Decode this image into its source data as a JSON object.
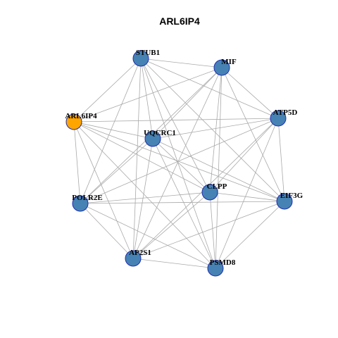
{
  "graph": {
    "title": "ARL6IP4",
    "colors": {
      "background": "#ffffff",
      "edge": "#a9a9a9",
      "node_fill": "#4682b4",
      "query_node_fill": "#ffa500",
      "node_border": "#1f2fb0"
    },
    "nodes": [
      {
        "id": "STUB1",
        "label": "STUB1",
        "query": false
      },
      {
        "id": "MIF",
        "label": "MIF",
        "query": false
      },
      {
        "id": "ARL6IP4",
        "label": "ARL6IP4",
        "query": true
      },
      {
        "id": "ATP5D",
        "label": "ATP5D",
        "query": false
      },
      {
        "id": "UQCRC1",
        "label": "UQCRC1",
        "query": false
      },
      {
        "id": "CLPP",
        "label": "CLPP",
        "query": false
      },
      {
        "id": "POLR2E",
        "label": "POLR2E",
        "query": false
      },
      {
        "id": "EIF3G",
        "label": "EIF3G",
        "query": false
      },
      {
        "id": "AP2S1",
        "label": "AP2S1",
        "query": false
      },
      {
        "id": "PSMD8",
        "label": "PSMD8",
        "query": false
      }
    ],
    "edges": [
      [
        "STUB1",
        "MIF"
      ],
      [
        "STUB1",
        "ATP5D"
      ],
      [
        "STUB1",
        "UQCRC1"
      ],
      [
        "STUB1",
        "CLPP"
      ],
      [
        "STUB1",
        "EIF3G"
      ],
      [
        "STUB1",
        "PSMD8"
      ],
      [
        "STUB1",
        "AP2S1"
      ],
      [
        "STUB1",
        "POLR2E"
      ],
      [
        "STUB1",
        "ARL6IP4"
      ],
      [
        "MIF",
        "ARL6IP4"
      ],
      [
        "MIF",
        "ATP5D"
      ],
      [
        "MIF",
        "UQCRC1"
      ],
      [
        "MIF",
        "CLPP"
      ],
      [
        "MIF",
        "EIF3G"
      ],
      [
        "MIF",
        "PSMD8"
      ],
      [
        "MIF",
        "AP2S1"
      ],
      [
        "MIF",
        "POLR2E"
      ],
      [
        "ARL6IP4",
        "ATP5D"
      ],
      [
        "ARL6IP4",
        "UQCRC1"
      ],
      [
        "ARL6IP4",
        "CLPP"
      ],
      [
        "ARL6IP4",
        "EIF3G"
      ],
      [
        "ARL6IP4",
        "PSMD8"
      ],
      [
        "ARL6IP4",
        "AP2S1"
      ],
      [
        "ARL6IP4",
        "POLR2E"
      ],
      [
        "ATP5D",
        "UQCRC1"
      ],
      [
        "ATP5D",
        "CLPP"
      ],
      [
        "ATP5D",
        "EIF3G"
      ],
      [
        "ATP5D",
        "PSMD8"
      ],
      [
        "ATP5D",
        "AP2S1"
      ],
      [
        "ATP5D",
        "POLR2E"
      ],
      [
        "UQCRC1",
        "CLPP"
      ],
      [
        "UQCRC1",
        "EIF3G"
      ],
      [
        "UQCRC1",
        "PSMD8"
      ],
      [
        "UQCRC1",
        "AP2S1"
      ],
      [
        "UQCRC1",
        "POLR2E"
      ],
      [
        "CLPP",
        "EIF3G"
      ],
      [
        "CLPP",
        "PSMD8"
      ],
      [
        "CLPP",
        "AP2S1"
      ],
      [
        "CLPP",
        "POLR2E"
      ],
      [
        "POLR2E",
        "EIF3G"
      ],
      [
        "POLR2E",
        "PSMD8"
      ],
      [
        "POLR2E",
        "AP2S1"
      ],
      [
        "EIF3G",
        "PSMD8"
      ],
      [
        "EIF3G",
        "AP2S1"
      ],
      [
        "AP2S1",
        "PSMD8"
      ]
    ]
  }
}
